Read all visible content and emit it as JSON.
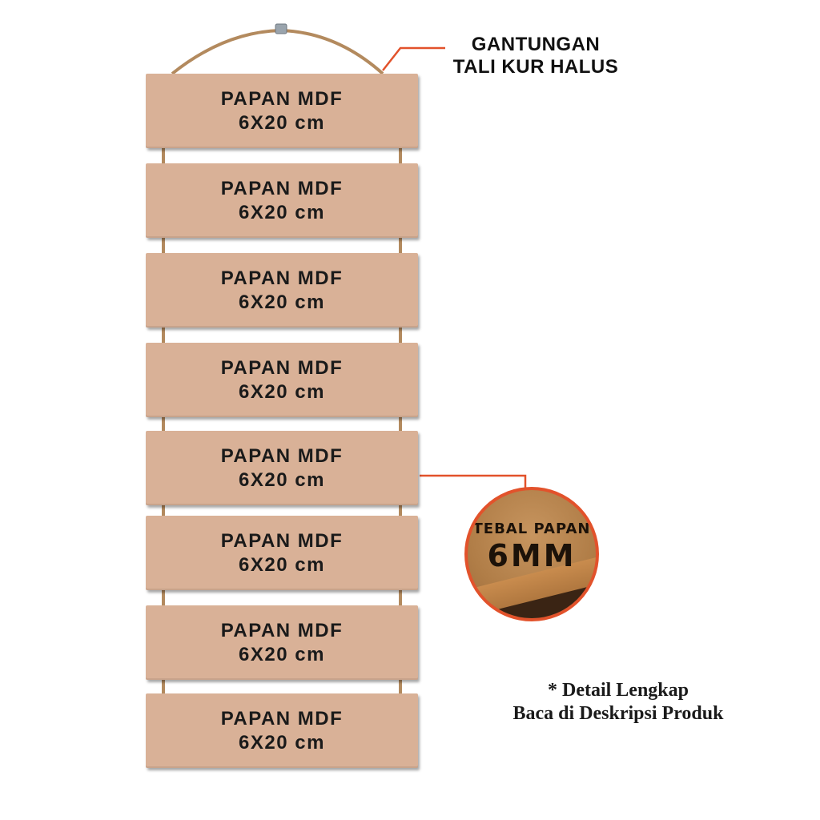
{
  "callout": {
    "line1": "GANTUNGAN",
    "line2": "TALI KUR HALUS"
  },
  "boards": [
    {
      "line1": "PAPAN MDF",
      "line2": "6X20 cm"
    },
    {
      "line1": "PAPAN MDF",
      "line2": "6X20 cm"
    },
    {
      "line1": "PAPAN MDF",
      "line2": "6X20 cm"
    },
    {
      "line1": "PAPAN MDF",
      "line2": "6X20 cm"
    },
    {
      "line1": "PAPAN MDF",
      "line2": "6X20 cm"
    },
    {
      "line1": "PAPAN MDF",
      "line2": "6X20 cm"
    },
    {
      "line1": "PAPAN MDF",
      "line2": "6X20 cm"
    },
    {
      "line1": "PAPAN MDF",
      "line2": "6X20 cm"
    }
  ],
  "badge": {
    "line1": "TEBAL PAPAN",
    "line2": "6MM"
  },
  "note": {
    "line1": "* Detail Lengkap",
    "line2": "Baca di Deskripsi Produk"
  },
  "colors": {
    "board": "#d9b197",
    "rope": "#b38a5e",
    "accent": "#e2522b",
    "text": "#1a1a1a"
  }
}
